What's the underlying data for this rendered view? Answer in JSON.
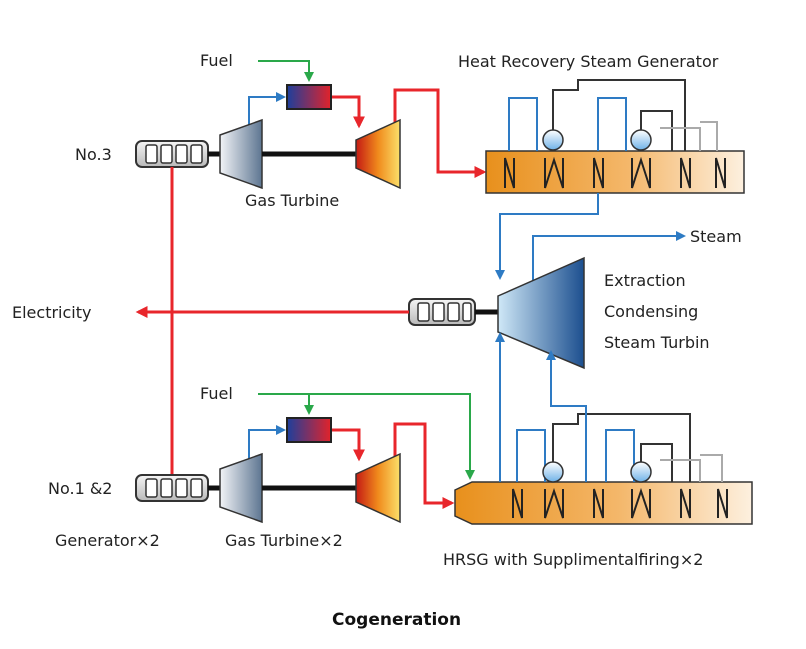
{
  "labels": {
    "fuel_top": "Fuel",
    "hrsg_top": "Heat Recovery Steam Generator",
    "no3": "No.3",
    "gas_turbine_top": "Gas Turbine",
    "steam": "Steam",
    "electricity": "Electricity",
    "steam_turbine_line1": "Extraction",
    "steam_turbine_line2": "Condensing",
    "steam_turbine_line3": "Steam Turbin",
    "fuel_bottom": "Fuel",
    "no12": "No.1 &2",
    "generator_x2": "Generator×2",
    "gas_turbine_x2": "Gas Turbine×2",
    "hrsg_bottom": "HRSG with Supplimentalfiring×2"
  },
  "caption": "Cogeneration",
  "colors": {
    "electricity_flow": "#e8262b",
    "water_steam_flow": "#2e7bc4",
    "fuel_flow": "#2aa84a",
    "hrsg_hot": "#e8901c",
    "hrsg_cool": "#fbe7cc"
  }
}
